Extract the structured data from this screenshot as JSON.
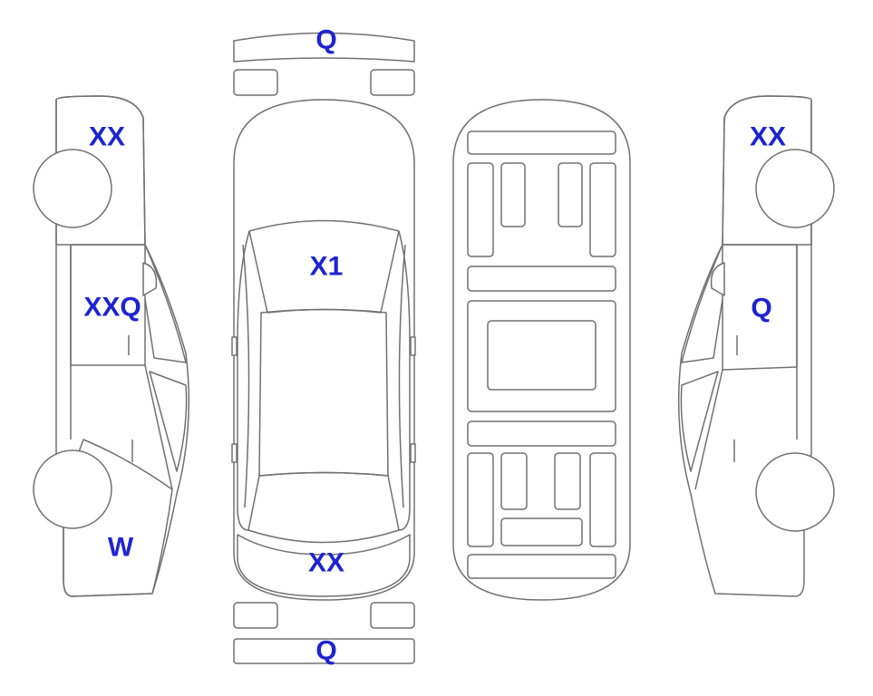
{
  "colors": {
    "severe": "#F9A82B",
    "minor": "#DFF5FB",
    "label": "#1E24D0",
    "outline": "#707070"
  },
  "panels": {
    "front_bumper": {
      "code": "Q",
      "level": "severe"
    },
    "rear_bumper": {
      "code": "Q",
      "level": "severe"
    },
    "hood": {
      "code": "X1",
      "level": "severe"
    },
    "trunk": {
      "code": "XX",
      "level": "minor"
    },
    "left_front_fender": {
      "code": "XX",
      "level": "minor"
    },
    "left_front_door": {
      "code": "XXQ",
      "level": "minor"
    },
    "left_rear_quarter": {
      "code": "W",
      "level": "severe"
    },
    "right_front_fender": {
      "code": "XX",
      "level": "minor"
    },
    "right_front_door": {
      "code": "Q",
      "level": "severe"
    }
  }
}
